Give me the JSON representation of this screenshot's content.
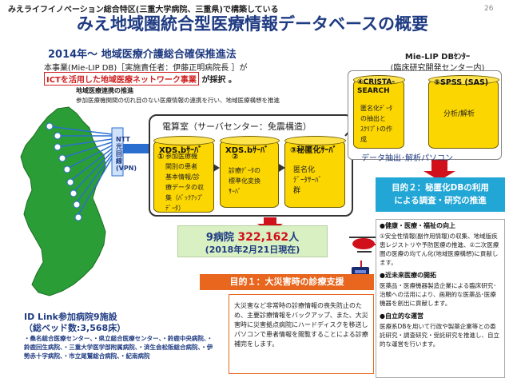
{
  "header": {
    "top_line": "みえライフイノベーション総合特区(三重大学病院、三重県)で構築している",
    "page_number": "26",
    "title": "みえ地域圏統合型医療情報データベースの概要"
  },
  "intro": {
    "subtitle": "2014年～ 地域医療介護総合確保推進法",
    "line1": "本事業(Mie-LIP DB)［実施責任者：伊藤正明病院長 ］が",
    "ict_highlight": "ICTを活用した地域医療ネットワーク事業",
    "line2_suffix": " が採択 。"
  },
  "network": {
    "title": "地域医療連携の推進",
    "desc": "参加医療機関間の切れ目のない医療情報の連携を行い、地域医療構想を推進",
    "vpn_label": "NTT光回線(VPN)"
  },
  "datacenter": {
    "title": "電算室（サーバセンター：免震構造）",
    "servers": [
      {
        "name": "XDS.bｻｰﾊﾞ",
        "num": "①",
        "lines": [
          "参加医療機",
          "関別の患者",
          "基本情報/診",
          "療データの収",
          "集（ﾊﾞｯｸｱｯﾌﾟ",
          "ﾃﾞｰﾀ）"
        ]
      },
      {
        "name": "XDS.bｻｰﾊﾞ",
        "num": "②",
        "lines": [
          "診療ﾃﾞｰﾀの",
          "標準化変換",
          "ｻｰﾊﾞ"
        ]
      },
      {
        "name": "③秘匿化ｻｰﾊﾞ",
        "num": "",
        "lines": [
          "匿名化",
          "ﾃﾞｰﾀｻｰﾊﾞ",
          "群"
        ]
      }
    ]
  },
  "mielip_center": {
    "title": "Mie-LIP DBｾﾝﾀｰ",
    "subtitle": "(臨床研究開発センター内)",
    "left_db": {
      "name": "④CRISTA-SEARCH",
      "lines": [
        "匿名化ﾃﾞｰﾀ",
        "の抽出と",
        "ｽｸﾘﾌﾟﾄの作",
        "成"
      ]
    },
    "right_db": {
      "name": "⑤SPSS (SAS)",
      "lines": [
        "分析/解析"
      ]
    },
    "arrow_label": "データ抽出･解析パソコン"
  },
  "purpose2": {
    "line1": "目的２：秘匿化DBの利用",
    "line2": "による調査・研究の推進"
  },
  "right_list": [
    {
      "head": "●健康・医療・福祉の向上",
      "body": "①安全性情報(副作用情報)の収集、地域版疾患レジストリや予防医療の推進、②二次医療圏の医療の均てん化(地域医療構想)に貢献します。"
    },
    {
      "head": "●近未来医療の開拓",
      "body": "医薬品・医療機器製造企業による臨床研究･治験への活用により、画期的な医薬品･医療機器を創出に貢献します。"
    },
    {
      "head": "●自立的な運営",
      "body": "医療系DBを用いて行政や製薬企業等との委託研究・調査研究・受託研究を推進し、自立的な運営を行います。"
    }
  ],
  "count": {
    "prefix": "9病院 ",
    "value": "322,162",
    "suffix": "人",
    "date": "(2018年2月21日現在)"
  },
  "purpose1": {
    "title": "目的１：大災害時の診療支援",
    "desc": "大災害など非常時の診療情報の喪失防止のため、主要診療情報をバックアップ、また、大災害時に災害拠点病院にハードディスクを移送しパソコンで患者情報を閲覧することによる診療補完をします。"
  },
  "idlink": {
    "line1": "ID Link参加病院9施設",
    "line2": "（総ベッド数:3,568床）",
    "hospitals": "・桑名総合医療センター、・県立総合医療センター、・鈴鹿中央病院、・鈴鹿回生病院、・三重大学医学部附属病院、・済生会松阪総合病院、・伊勢赤十字病院、・市立尾鷲総合病院、・紀南病院"
  },
  "colors": {
    "title_blue": "#1f3b82",
    "accent_red": "#d0101a",
    "db_yellow": "#fcd600",
    "purpose1_orange": "#e8661e",
    "purpose2_cyan": "#21a6d6"
  }
}
